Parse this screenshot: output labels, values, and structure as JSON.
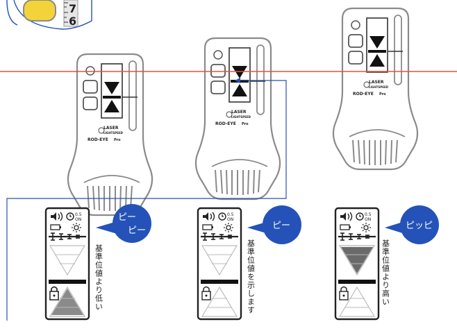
{
  "colors": {
    "laser_line": "#e8503a",
    "guide_line": "#2a4fb0",
    "bubble": "#2452b8",
    "device_outline": "#8a8a8a",
    "triangle_low": "#8a8a8a",
    "triangle_high": "#6a6a6a",
    "zoom_circle": "#2452b8",
    "yellow_button": "#f2d43a"
  },
  "zoom_inset": {
    "ruler_numbers": [
      "7",
      "6"
    ]
  },
  "devices": [
    {
      "brand_top": "LASER",
      "brand_bottom": "LIGHTSPEED",
      "model": "ROD-EYE",
      "model_suffix": "Pro"
    },
    {
      "brand_top": "LASER",
      "brand_bottom": "LIGHTSPEED",
      "model": "ROD-EYE",
      "model_suffix": "Pro"
    },
    {
      "brand_top": "LASER",
      "brand_bottom": "LIGHTSPEED",
      "model": "ROD-EYE",
      "model_suffix": "Pro"
    }
  ],
  "display_icons": [
    "speaker-icon",
    "timer-icon",
    "battery-icon",
    "backlight-icon",
    "accuracy-icon",
    "lock-icon"
  ],
  "displays": [
    {
      "state": "low",
      "sound_lines": [
        "ピー",
        "ピー"
      ],
      "caption": "基準位値より低い"
    },
    {
      "state": "center",
      "sound_lines": [
        "ピー"
      ],
      "caption": "基準位値を示します"
    },
    {
      "state": "high",
      "sound_lines": [
        "ピッピ"
      ],
      "caption": "基準位値より高い"
    }
  ]
}
